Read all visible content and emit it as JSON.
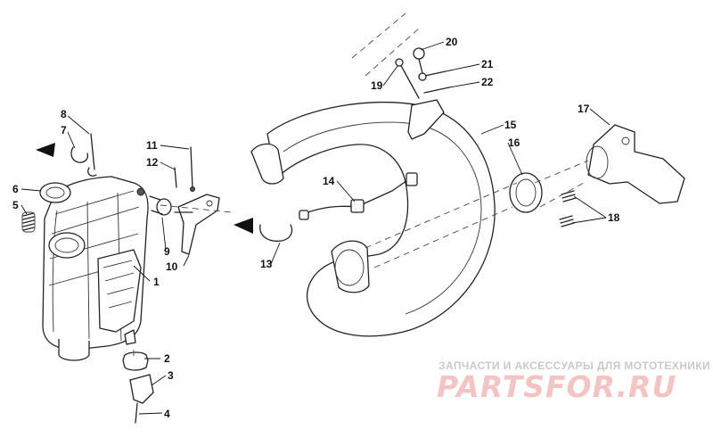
{
  "callouts": [
    {
      "id": "1",
      "label": "1"
    },
    {
      "id": "2",
      "label": "2"
    },
    {
      "id": "3",
      "label": "3"
    },
    {
      "id": "4",
      "label": "4"
    },
    {
      "id": "5",
      "label": "5"
    },
    {
      "id": "6",
      "label": "6"
    },
    {
      "id": "7",
      "label": "7"
    },
    {
      "id": "8",
      "label": "8"
    },
    {
      "id": "9",
      "label": "9"
    },
    {
      "id": "10",
      "label": "10"
    },
    {
      "id": "11",
      "label": "11"
    },
    {
      "id": "12",
      "label": "12"
    },
    {
      "id": "13",
      "label": "13"
    },
    {
      "id": "14",
      "label": "14"
    },
    {
      "id": "15",
      "label": "15"
    },
    {
      "id": "16",
      "label": "16"
    },
    {
      "id": "17",
      "label": "17"
    },
    {
      "id": "18",
      "label": "18"
    },
    {
      "id": "19",
      "label": "19"
    },
    {
      "id": "20",
      "label": "20"
    },
    {
      "id": "21",
      "label": "21"
    },
    {
      "id": "22",
      "label": "22"
    }
  ],
  "watermark": {
    "line1": "ЗАПЧАСТИ И АКСЕССУАРЫ ДЛЯ МОТОТЕХНИКИ",
    "line2": "PARTSFOR.RU"
  }
}
